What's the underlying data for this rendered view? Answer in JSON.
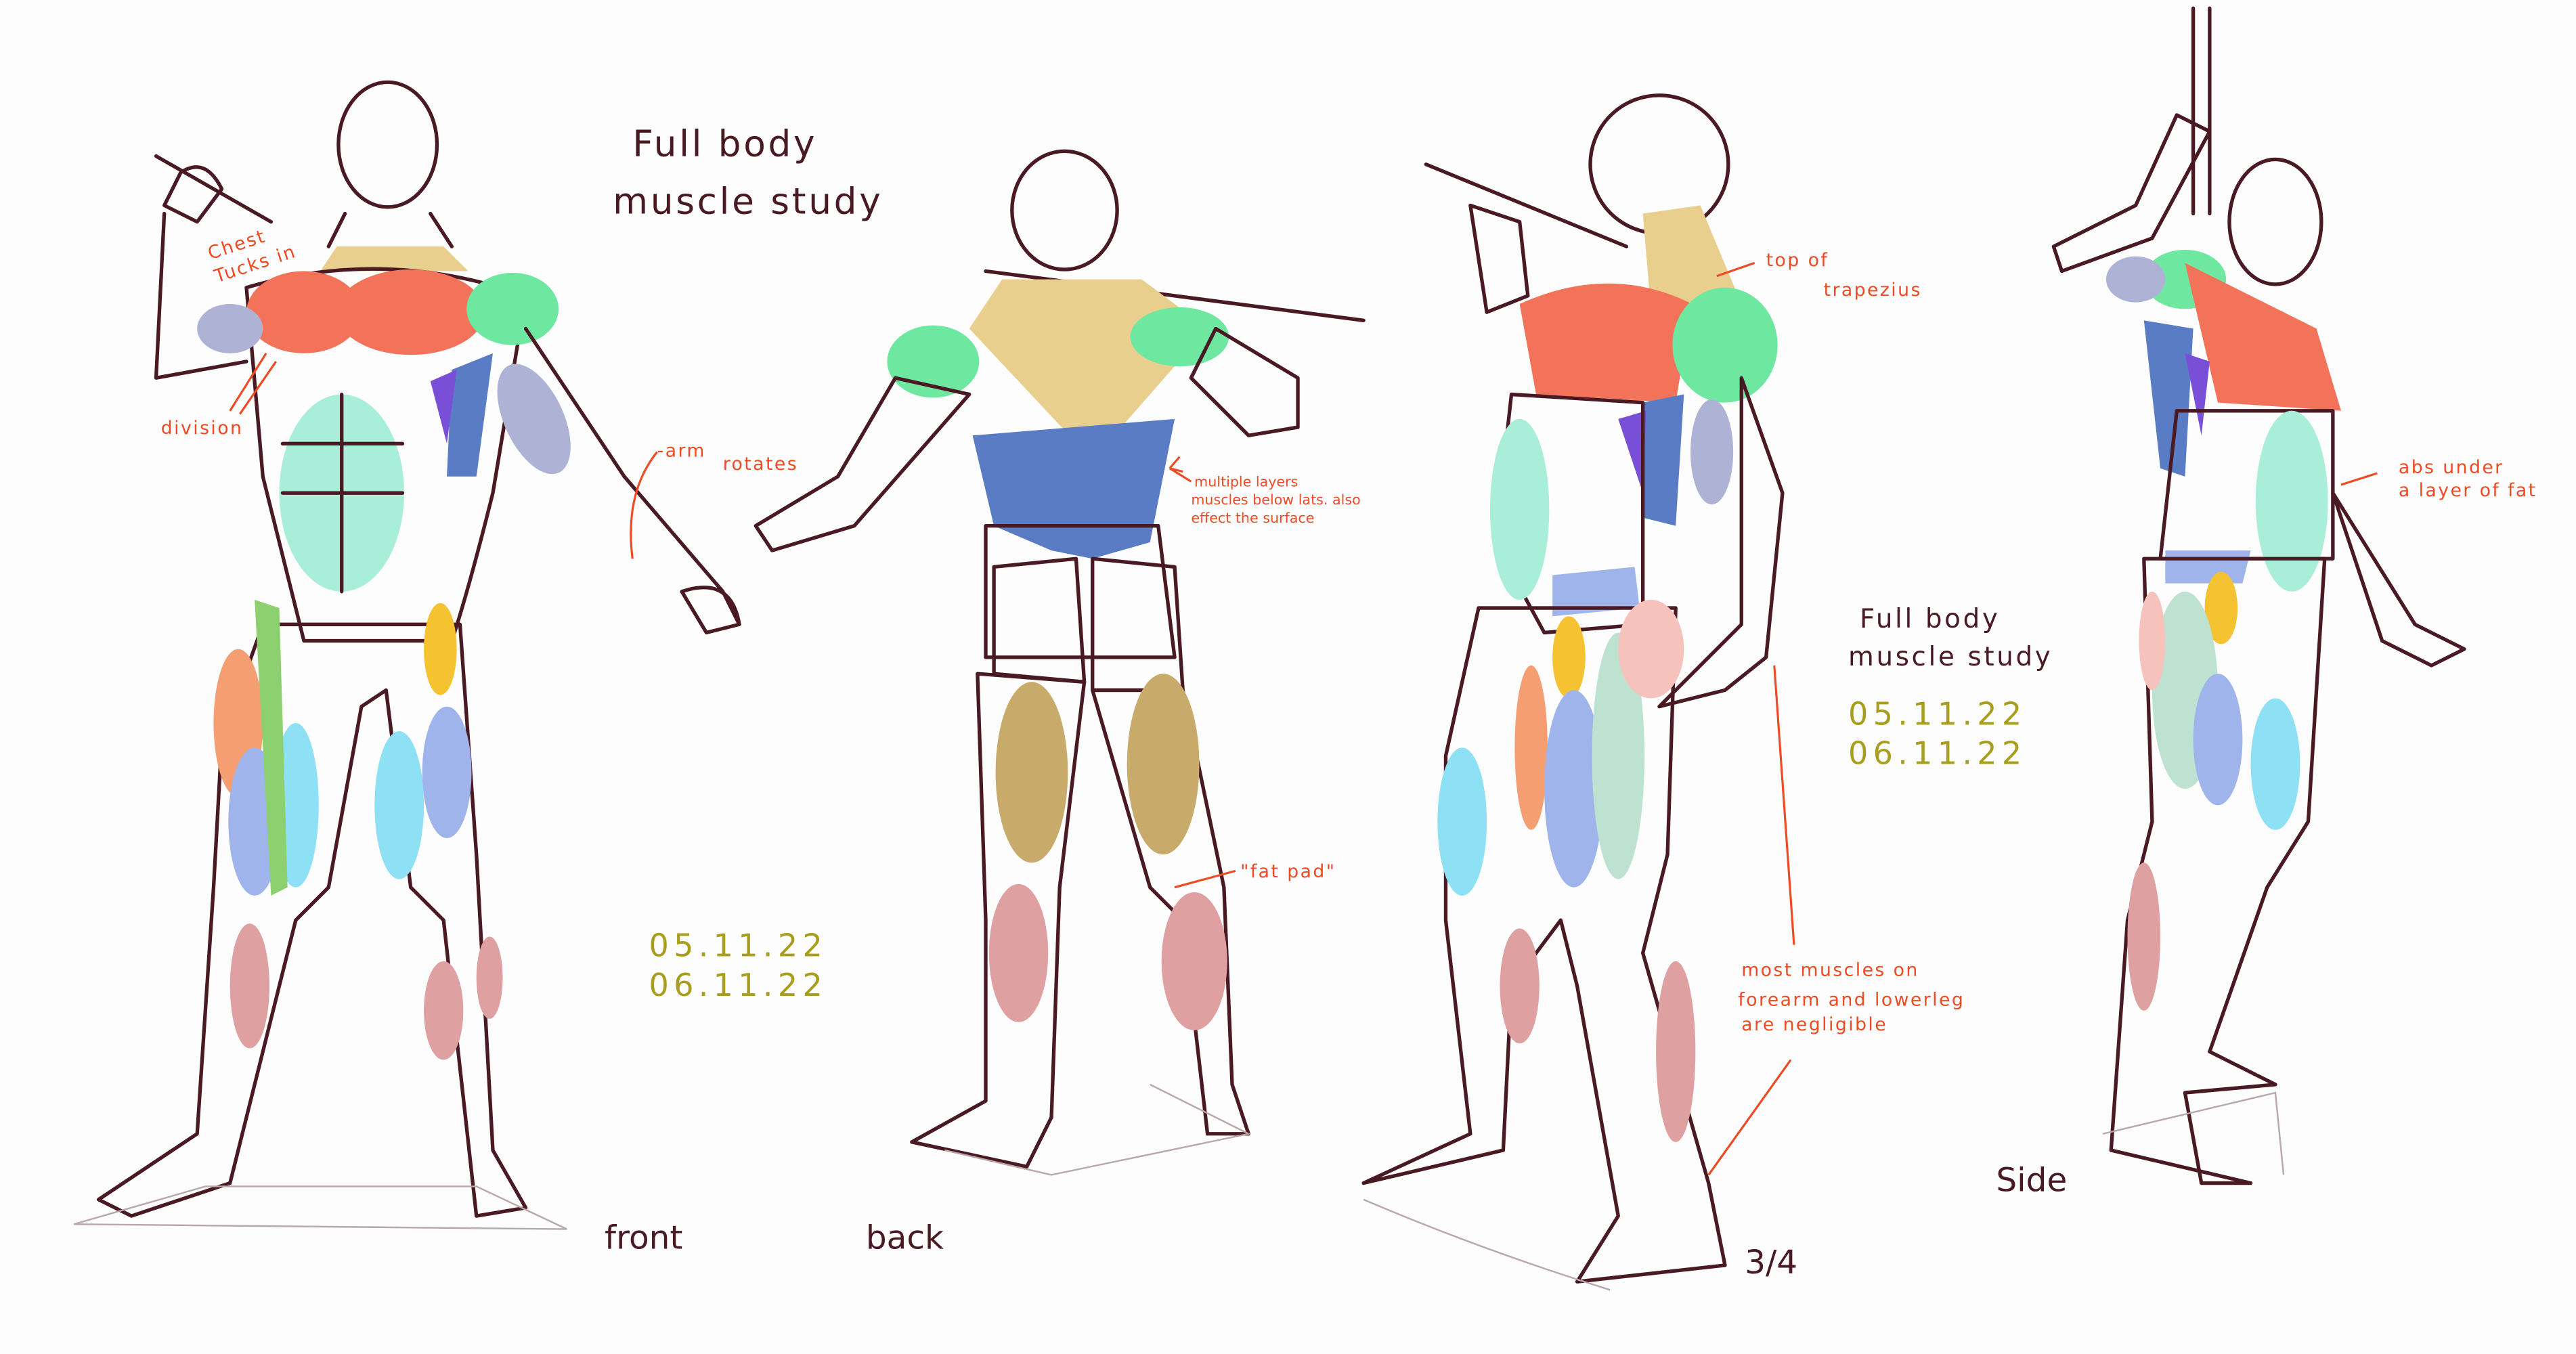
{
  "titles": {
    "main_line1": "Full body",
    "main_line2": "muscle study",
    "side_line1": "Full body",
    "side_line2": "muscle study"
  },
  "dates": {
    "front_date1": "05.11.22",
    "front_date2": "06.11.22",
    "side_date1": "05.11.22",
    "side_date2": "06.11.22"
  },
  "view_labels": {
    "front": "front",
    "back": "back",
    "three_quarter": "3/4",
    "side": "Side"
  },
  "annotations": {
    "chest_line1": "Chest",
    "chest_line2": "Tucks in",
    "division": "division",
    "arm_rotates_line1": "-arm",
    "arm_rotates_line2": "rotates",
    "lats_line1": "multiple layers",
    "lats_line2": "muscles below lats. also",
    "lats_line3": "effect the surface",
    "fat_pad": "\"fat pad\"",
    "trap_line1": "top of",
    "trap_line2": "trapezius",
    "forearm_line1": "most muscles on",
    "forearm_line2": "forearm  and  lowerleg",
    "forearm_line3": "are negligible",
    "abs_line1": "abs under",
    "abs_line2": "a layer of fat"
  },
  "colors": {
    "pectoral": "#f2735a",
    "deltoid": "#6ee8a0",
    "biceps": "#aeb3d6",
    "abs": "#a8eed8",
    "lats": "#5a7cc4",
    "serratus": "#7a4fd8",
    "trapezius": "#e8cf8e",
    "glutes": "#f5c2bc",
    "hamstrings": "#c8aa6a",
    "quads_blue": "#a0b4ec",
    "quads_cyan": "#8ee0f4",
    "sartorius": "#8cd070",
    "adductor": "#f59e72",
    "calves": "#dea0a0",
    "tfl": "#f5c232",
    "annotation": "#ef4a24",
    "date": "#a89e1e",
    "ink": "#4a1a24"
  }
}
